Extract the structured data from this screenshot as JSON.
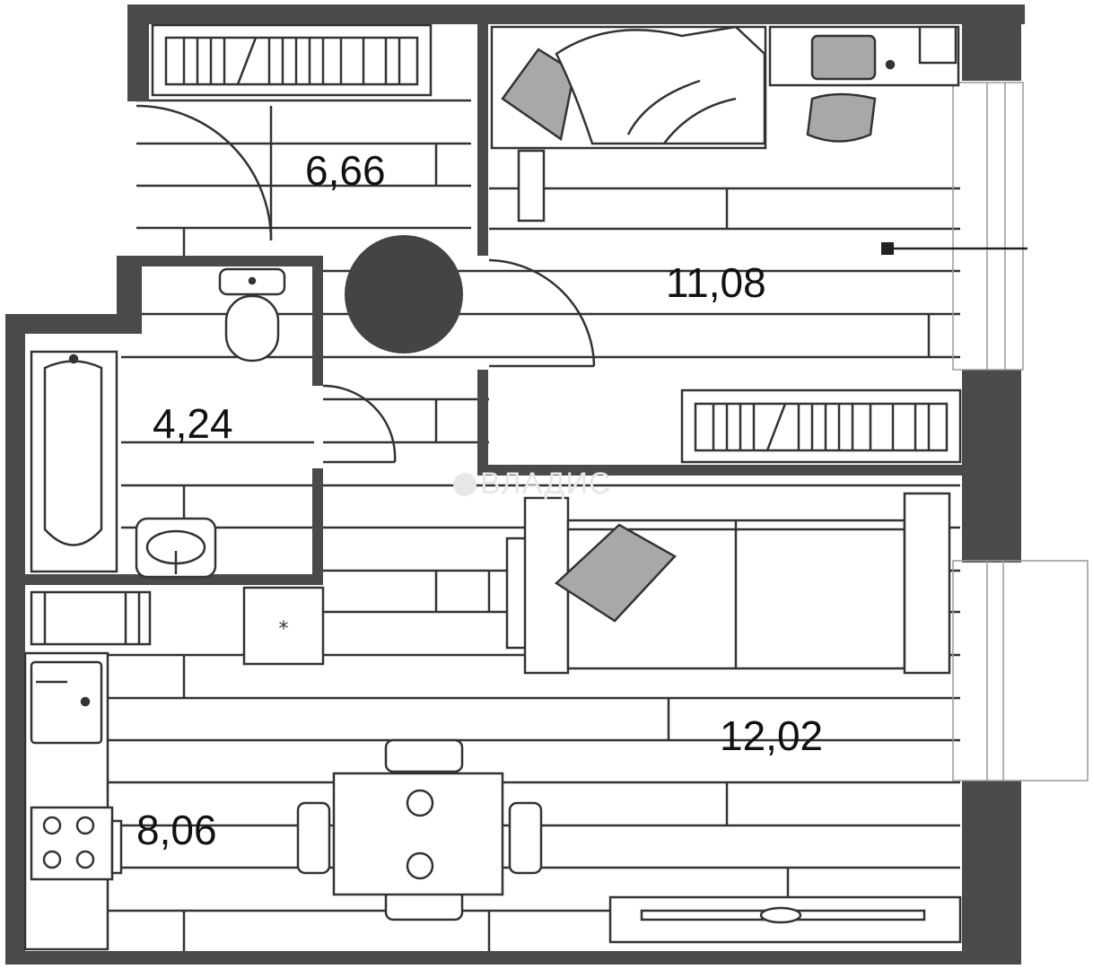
{
  "plan": {
    "rooms": [
      {
        "id": "hall",
        "area": "6,66"
      },
      {
        "id": "bedroom",
        "area": "11,08"
      },
      {
        "id": "bathroom",
        "area": "4,24"
      },
      {
        "id": "living",
        "area": "12,02"
      },
      {
        "id": "kitchen",
        "area": "8,06"
      }
    ],
    "colors": {
      "wall": "#4a4a4a",
      "line": "#222222",
      "furniture_fill": "#a8a8a8",
      "column": "#444444",
      "floor": "#ffffff"
    }
  },
  "watermark": {
    "icon": "house-logo-icon",
    "text": "ВЛАДИС"
  }
}
